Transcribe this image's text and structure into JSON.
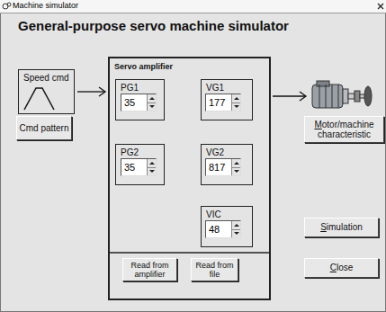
{
  "diagram": {
    "title": "General-purpose servo machine simulator",
    "nodes": [
      {
        "text": [
          "Speed cmd"
        ]
      },
      {
        "text": [
          "Cmd pattern"
        ]
      },
      {
        "text": [
          "Servo amplifier"
        ]
      },
      {
        "text": [
          "PG1"
        ],
        "in": 2
      },
      {
        "text": [
          "35"
        ],
        "in": 3
      },
      {
        "text": [
          "VG1"
        ],
        "in": 2
      },
      {
        "text": [
          "177"
        ],
        "in": 5
      },
      {
        "text": [
          "PG2"
        ],
        "in": 2
      },
      {
        "text": [
          "35"
        ],
        "in": 7
      },
      {
        "text": [
          "VG2"
        ],
        "in": 2
      },
      {
        "text": [
          "817"
        ],
        "in": 9
      },
      {
        "text": [
          "VIC"
        ],
        "in": 2
      },
      {
        "text": [
          "48"
        ],
        "in": 11
      },
      {
        "text": [
          "Read from amplifier"
        ],
        "in": 2
      },
      {
        "text": [
          "Read from file"
        ],
        "in": 2
      },
      {
        "text": [
          "Motor/machine characteristic"
        ]
      },
      {
        "text": [
          "Simulation"
        ]
      },
      {
        "text": [
          "Close"
        ]
      }
    ],
    "edges": [
      {
        "from": 0,
        "to": 2,
        "arrow": "to"
      }
    ],
    "labels": [
      "Machine simulator"
    ]
  }
}
